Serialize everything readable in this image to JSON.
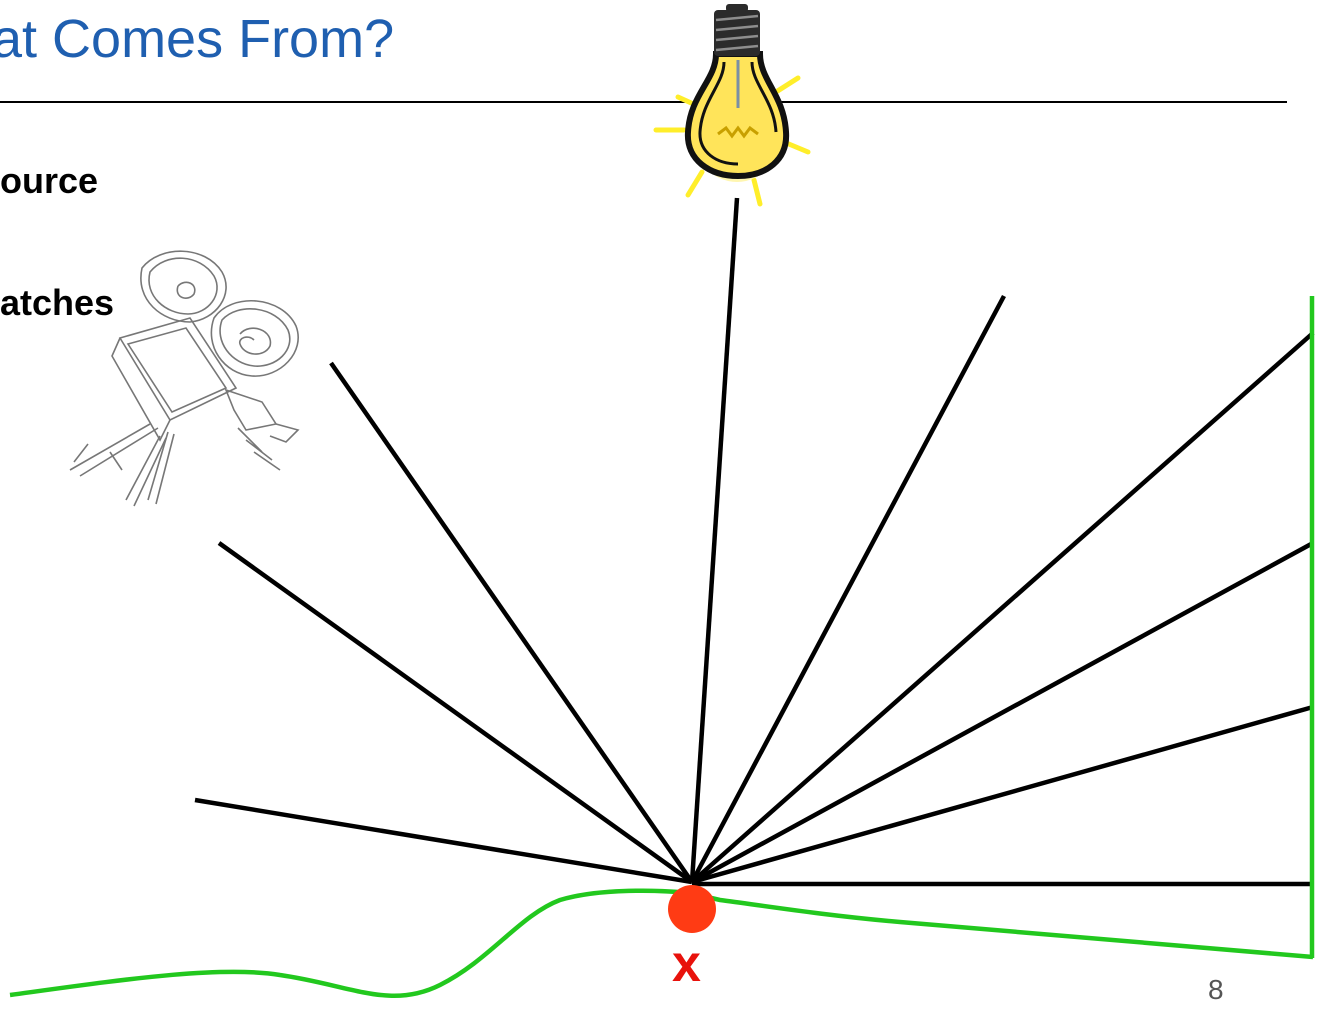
{
  "slide": {
    "title": "at Comes From?",
    "bullets": [
      "ource",
      "atches"
    ],
    "point_label": "x",
    "page_number": "8"
  },
  "colors": {
    "title": "#1f5fb0",
    "rays": "#000000",
    "surface": "#22c81e",
    "point": "#ff3b14",
    "label": "#e8120c"
  },
  "icons": [
    "light-bulb-icon",
    "movie-camera-icon"
  ]
}
